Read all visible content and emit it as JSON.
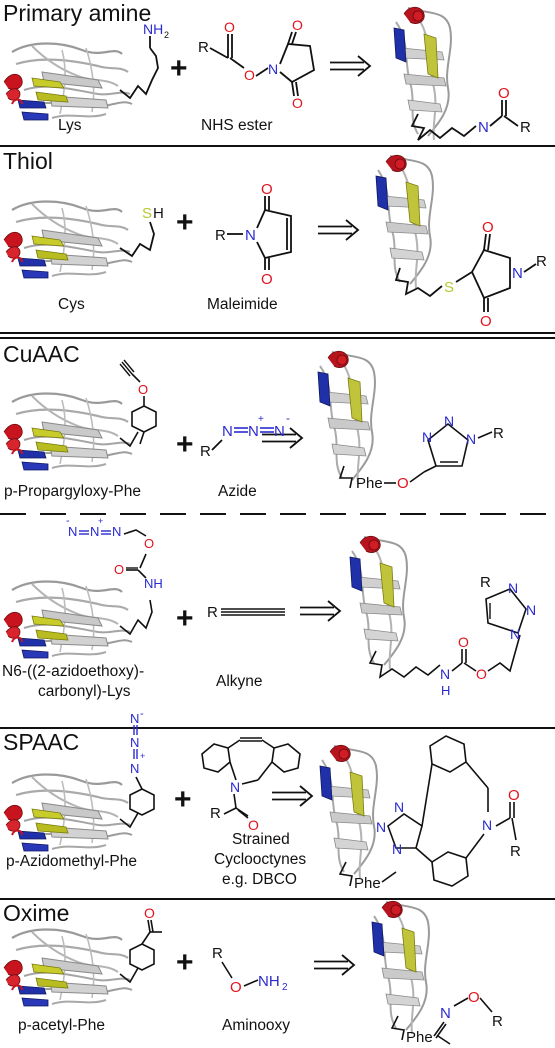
{
  "sections": [
    {
      "title": "Primary amine",
      "residue": "Lys",
      "reagent": "NHS ester"
    },
    {
      "title": "Thiol",
      "residue": "Cys",
      "reagent": "Maleimide"
    },
    {
      "title": "CuAAC",
      "residue": "p-Propargyloxy-Phe",
      "reagent": "Azide"
    },
    {
      "title": "",
      "residue_line1": "N6-((2-azidoethoxy)-",
      "residue_line2": "carbonyl)-Lys",
      "reagent": "Alkyne"
    },
    {
      "title": "SPAAC",
      "residue": "p-Azidomethyl-Phe",
      "reagent_line1": "Strained",
      "reagent_line2": "Cyclooctynes",
      "reagent_line3": "e.g. DBCO"
    },
    {
      "title": "Oxime",
      "residue": "p-acetyl-Phe",
      "reagent": "Aminooxy"
    }
  ],
  "plus_sign": "+",
  "atoms": {
    "N": "N",
    "O": "O",
    "S": "S",
    "H": "H",
    "R": "R",
    "NH": "NH",
    "NH2": "NH",
    "sub2": "2",
    "SH": "SH",
    "Phe": "Phe",
    "minus": "-",
    "plusc": "+"
  },
  "colors": {
    "nitrogen": "#2a2ad0",
    "oxygen": "#e0141e",
    "sulfur": "#b8c832",
    "protein_gray": "#a8a8a8",
    "helix_red": "#c8141e",
    "strand_blue": "#2030a8",
    "strand_yellow": "#b0b41c"
  }
}
